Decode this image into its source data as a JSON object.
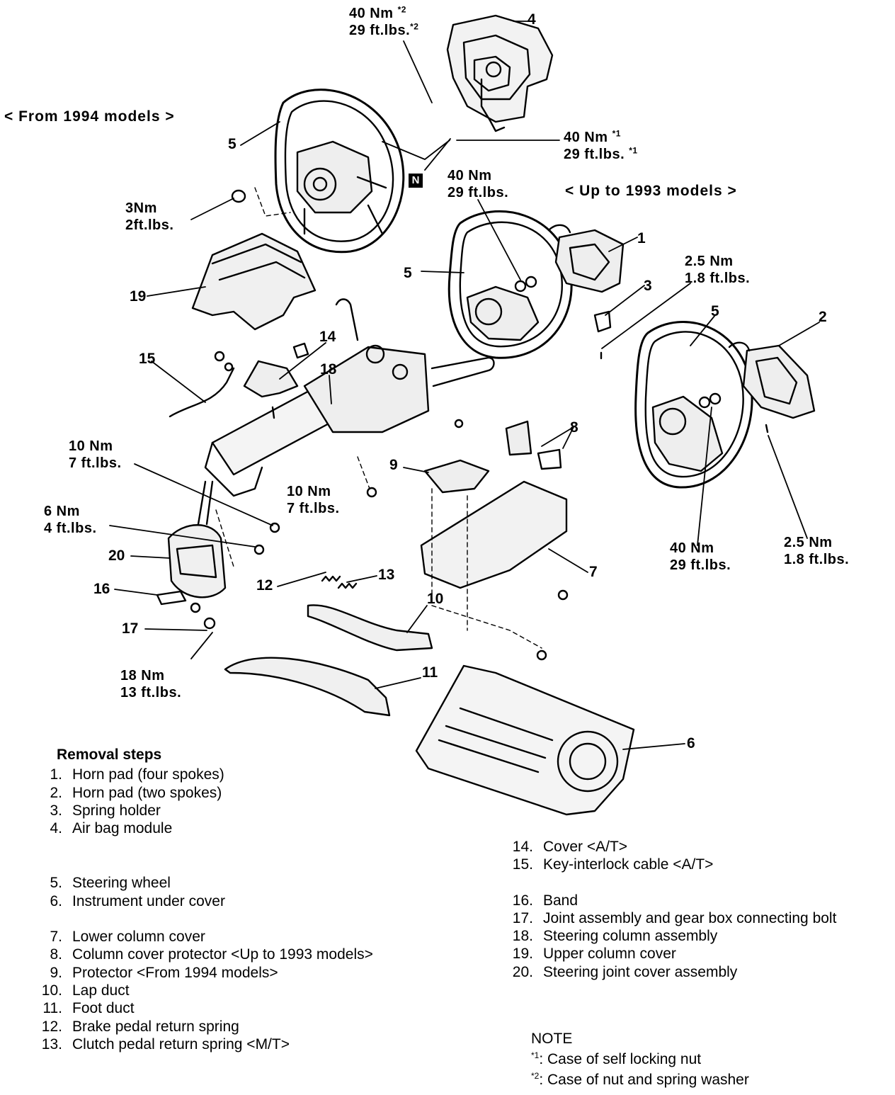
{
  "headers": {
    "from1994": "< From 1994 models >",
    "upto1993": "< Up to 1993 models >"
  },
  "torque": {
    "t40_2": [
      "40 Nm",
      "29 ft.lbs."
    ],
    "t40_1": [
      "40 Nm",
      "29 ft.lbs."
    ],
    "t40_left": [
      "40 Nm",
      "29 ft.lbs."
    ],
    "t40_bottom": [
      "40 Nm",
      "29 ft.lbs."
    ],
    "t3": [
      "3Nm",
      "2ft.lbs."
    ],
    "t25_top": [
      "2.5 Nm",
      "1.8 ft.lbs."
    ],
    "t25_bottom": [
      "2.5 Nm",
      "1.8 ft.lbs."
    ],
    "t10_left": [
      "10 Nm",
      "7 ft.lbs."
    ],
    "t10_mid": [
      "10 Nm",
      "7 ft.lbs."
    ],
    "t6": [
      "6 Nm",
      "4 ft.lbs."
    ],
    "t18": [
      "18 Nm",
      "13 ft.lbs."
    ],
    "sup1": "*1",
    "sup2": "*2",
    "badge": "N"
  },
  "callouts": {
    "c1": "1",
    "c2": "2",
    "c3": "3",
    "c4": "4",
    "c5a": "5",
    "c5b": "5",
    "c5c": "5",
    "c6": "6",
    "c7": "7",
    "c8": "8",
    "c9": "9",
    "c10": "10",
    "c11": "11",
    "c12": "12",
    "c13": "13",
    "c14": "14",
    "c15": "15",
    "c16": "16",
    "c17": "17",
    "c18": "18",
    "c19": "19",
    "c20": "20"
  },
  "removal": {
    "title": "Removal steps",
    "groupA": [
      {
        "n": "1.",
        "t": "Horn pad (four spokes)"
      },
      {
        "n": "2.",
        "t": "Horn pad (two spokes)"
      },
      {
        "n": "3.",
        "t": "Spring holder"
      },
      {
        "n": "4.",
        "t": "Air bag module"
      }
    ],
    "groupB": [
      {
        "n": "5.",
        "t": "Steering wheel"
      },
      {
        "n": "6.",
        "t": "Instrument under cover"
      }
    ],
    "groupC": [
      {
        "n": "7.",
        "t": "Lower column cover"
      },
      {
        "n": "8.",
        "t": "Column cover protector <Up to 1993 models>"
      },
      {
        "n": "9.",
        "t": "Protector <From 1994 models>"
      },
      {
        "n": "10.",
        "t": "Lap duct"
      },
      {
        "n": "11.",
        "t": "Foot duct"
      },
      {
        "n": "12.",
        "t": "Brake pedal return spring"
      },
      {
        "n": "13.",
        "t": "Clutch pedal return spring <M/T>"
      }
    ],
    "groupD": [
      {
        "n": "14.",
        "t": "Cover <A/T>"
      },
      {
        "n": "15.",
        "t": "Key-interlock cable <A/T>"
      }
    ],
    "groupE": [
      {
        "n": "16.",
        "t": "Band"
      },
      {
        "n": "17.",
        "t": "Joint assembly and gear box connecting bolt"
      },
      {
        "n": "18.",
        "t": "Steering column assembly"
      },
      {
        "n": "19.",
        "t": "Upper column cover"
      },
      {
        "n": "20.",
        "t": "Steering joint cover assembly"
      }
    ]
  },
  "note": {
    "title": "NOTE",
    "items": [
      {
        "mark": "*1",
        "text": ": Case of self locking nut"
      },
      {
        "mark": "*2",
        "text": ": Case of nut and spring washer"
      }
    ]
  }
}
